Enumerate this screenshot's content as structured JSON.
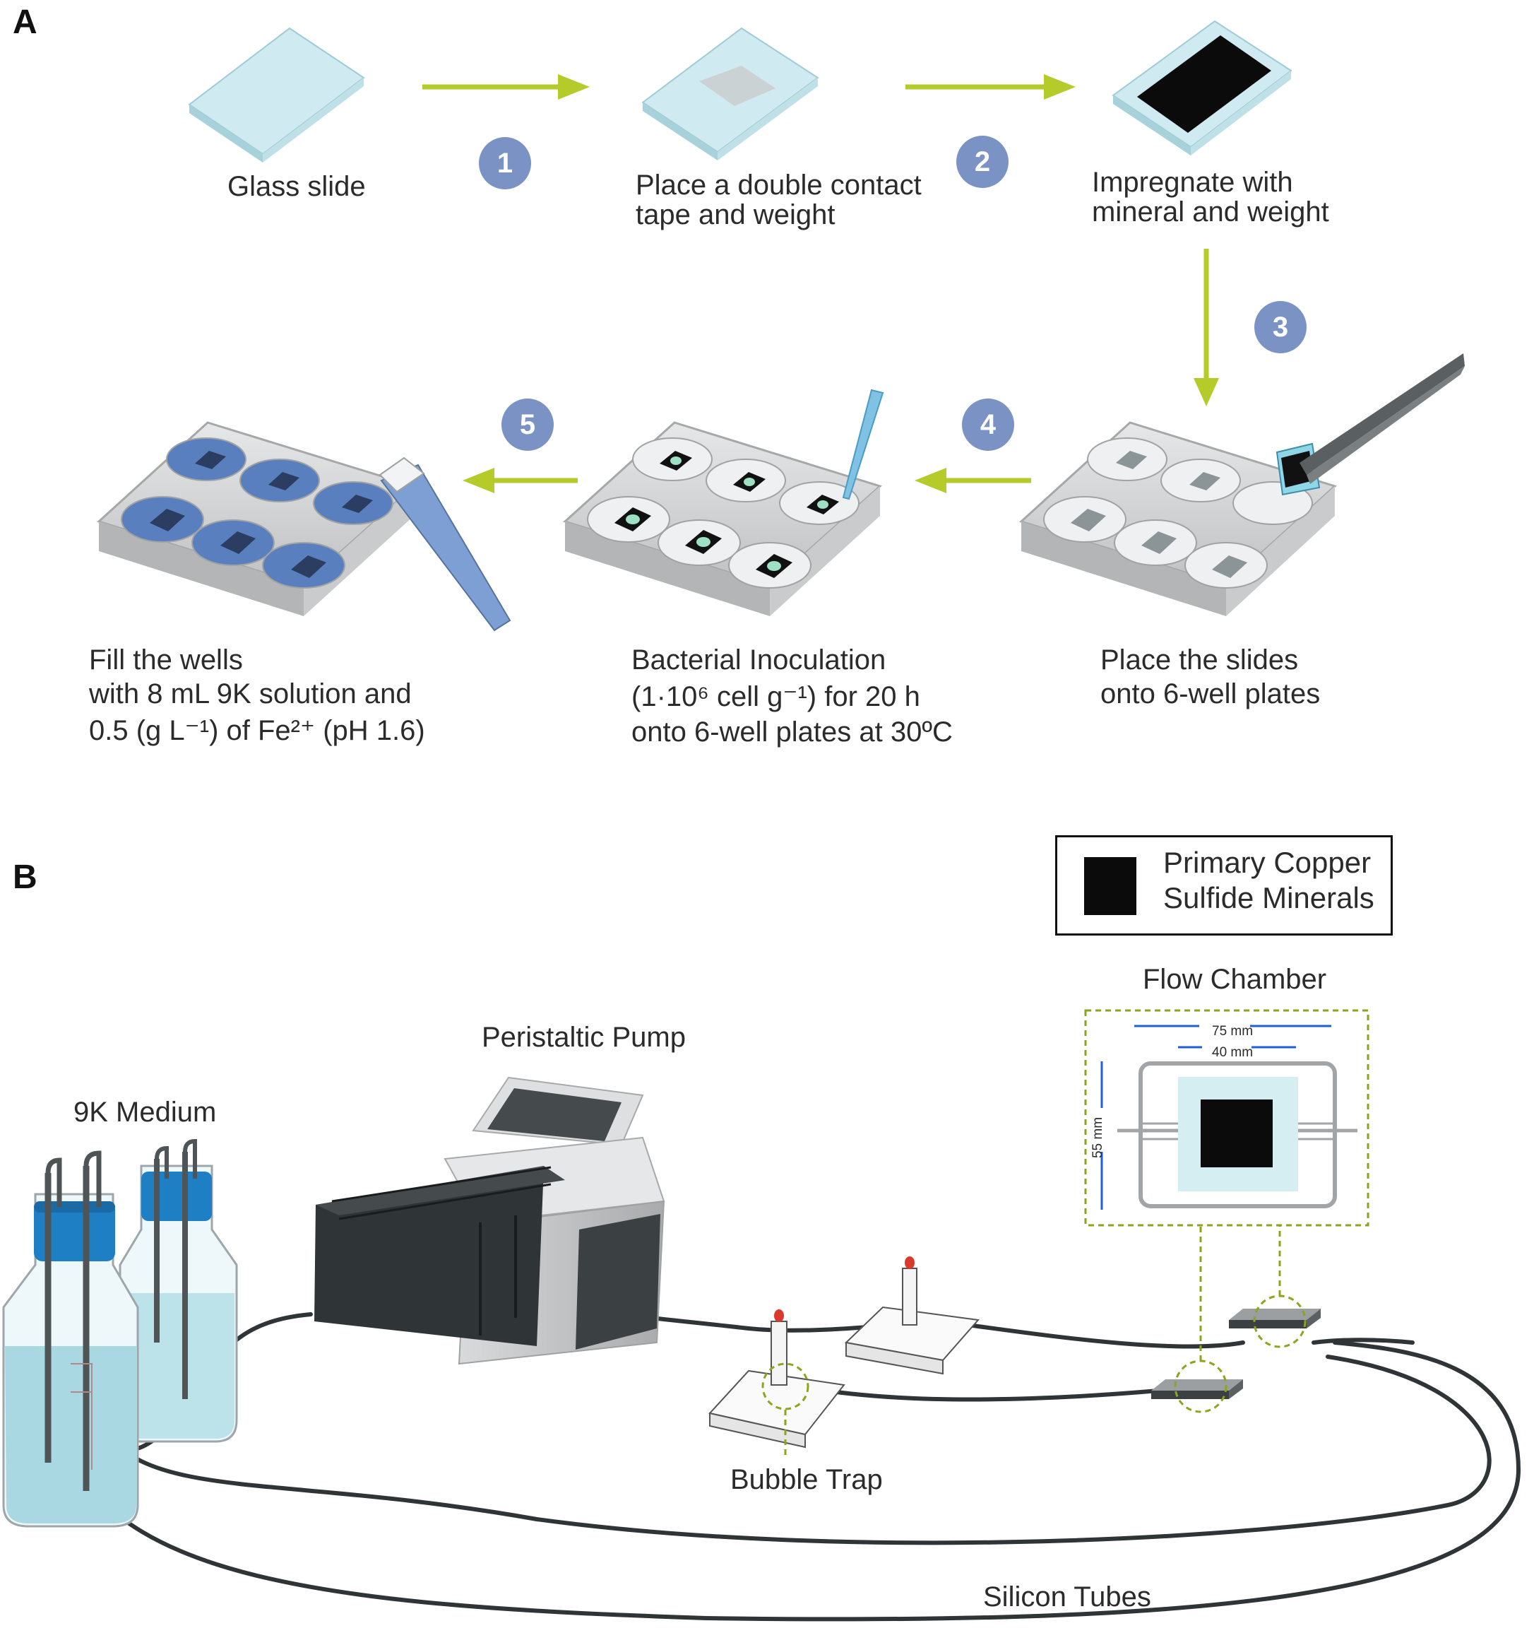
{
  "panel_a": {
    "label": "A",
    "steps": [
      {
        "number": "1"
      },
      {
        "number": "2"
      },
      {
        "number": "3"
      },
      {
        "number": "4"
      },
      {
        "number": "5"
      }
    ],
    "captions": {
      "glass_slide": "Glass slide",
      "tape_line1": "Place a double contact",
      "tape_line2": "tape and weight",
      "impregnate_line1": "Impregnate with",
      "impregnate_line2": "mineral and weight",
      "place_line1": "Place the slides",
      "place_line2": "onto 6-well plates",
      "inoc_line1": "Bacterial Inoculation",
      "inoc_line2": "(1·10⁶ cell g⁻¹) for 20 h",
      "inoc_line3": "onto 6-well plates at 30ºC",
      "fill_line1": "Fill the wells",
      "fill_line2": "with 8 mL 9K solution and",
      "fill_line3": "0.5 (g L⁻¹) of Fe²⁺ (pH 1.6)"
    }
  },
  "panel_b": {
    "label": "B",
    "legend_line1": "Primary Copper",
    "legend_line2": "Sulfide Minerals",
    "flow_chamber": "Flow Chamber",
    "dim_75": "75 mm",
    "dim_40": "40 mm",
    "dim_55": "55 mm",
    "peristaltic_pump": "Peristaltic Pump",
    "medium": "9K Medium",
    "bubble_trap": "Bubble Trap",
    "silicon_tubes": "Silicon Tubes"
  },
  "colors": {
    "arrow": "#b5cb2a",
    "badge": "#7b92c4",
    "glass": "#d8eef2",
    "mineral": "#0b0b0b",
    "liquid": "#a9d8e2",
    "cap": "#1f7fc4",
    "dim_line": "#1f5fd0",
    "dashed": "#8aa51e"
  }
}
